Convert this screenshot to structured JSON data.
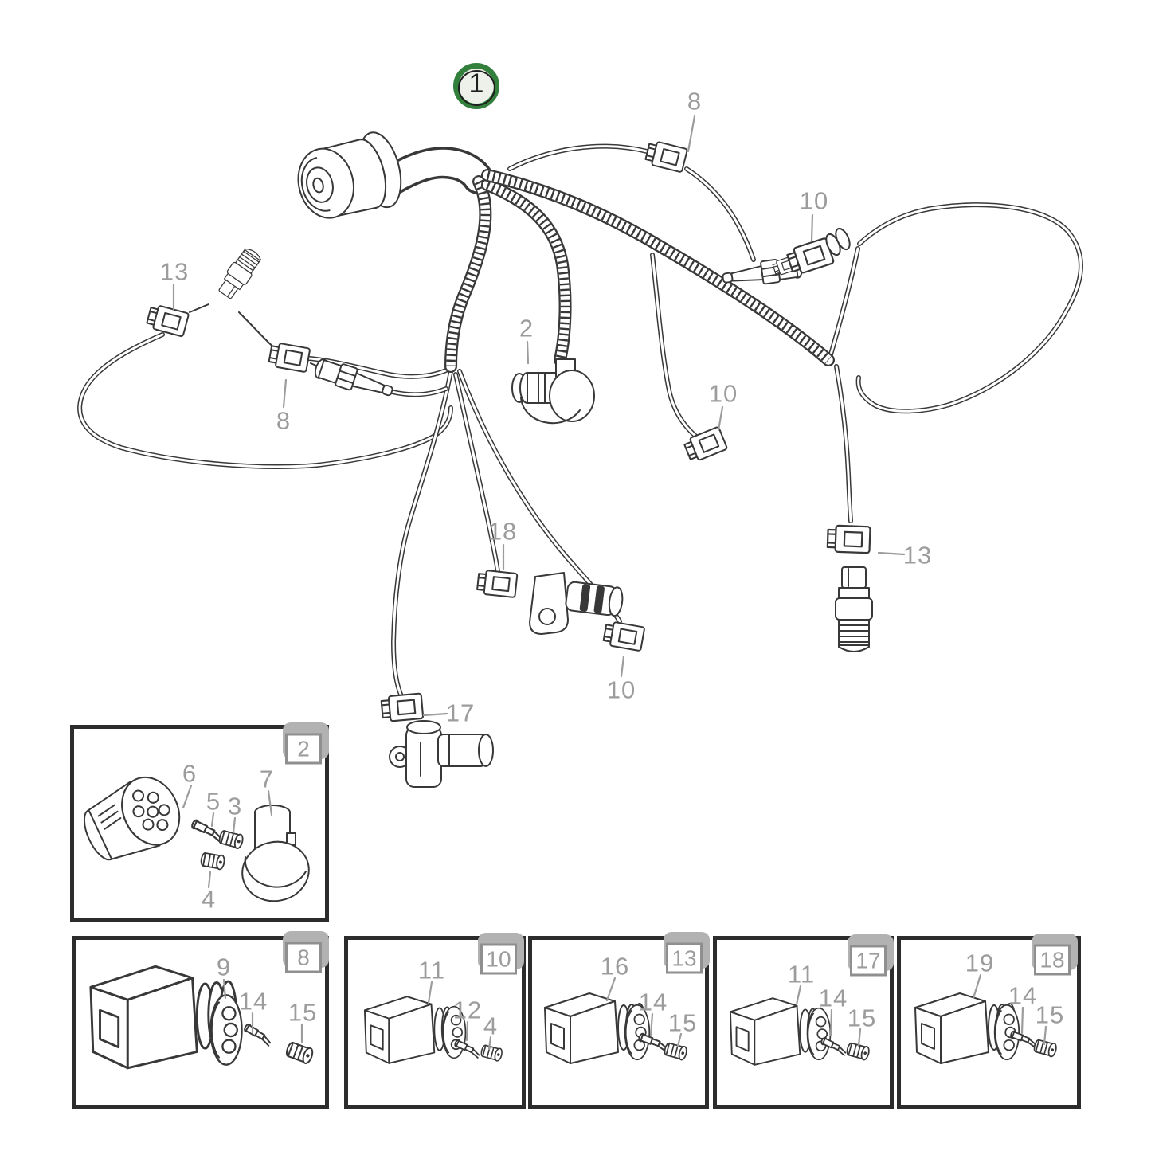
{
  "colors": {
    "accent_green": "#337f3c",
    "callout_gray": "#9c9c9c",
    "line_dark": "#383838",
    "box_border": "#2c2c2c"
  },
  "main_diagram": {
    "assembly_callout": {
      "label": "1"
    },
    "callouts": [
      {
        "ref": "8"
      },
      {
        "ref": "10"
      },
      {
        "ref": "13"
      },
      {
        "ref": "8"
      },
      {
        "ref": "2"
      },
      {
        "ref": "10"
      },
      {
        "ref": "18"
      },
      {
        "ref": "10"
      },
      {
        "ref": "17"
      },
      {
        "ref": "13"
      }
    ]
  },
  "detail_boxes": [
    {
      "badge": "2",
      "parts": [
        {
          "ref": "6"
        },
        {
          "ref": "5"
        },
        {
          "ref": "3"
        },
        {
          "ref": "7"
        },
        {
          "ref": "4"
        }
      ]
    },
    {
      "badge": "8",
      "parts": [
        {
          "ref": "9"
        },
        {
          "ref": "14"
        },
        {
          "ref": "15"
        }
      ]
    },
    {
      "badge": "10",
      "parts": [
        {
          "ref": "11"
        },
        {
          "ref": "12"
        },
        {
          "ref": "4"
        }
      ]
    },
    {
      "badge": "13",
      "parts": [
        {
          "ref": "16"
        },
        {
          "ref": "14"
        },
        {
          "ref": "15"
        }
      ]
    },
    {
      "badge": "17",
      "parts": [
        {
          "ref": "11"
        },
        {
          "ref": "14"
        },
        {
          "ref": "15"
        }
      ]
    },
    {
      "badge": "18",
      "parts": [
        {
          "ref": "19"
        },
        {
          "ref": "14"
        },
        {
          "ref": "15"
        }
      ]
    }
  ]
}
